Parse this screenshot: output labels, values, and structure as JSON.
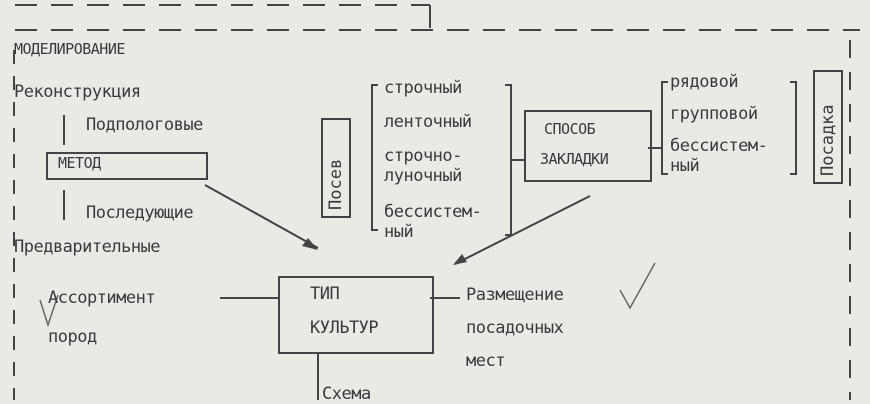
{
  "title": "МОДЕЛИРОВАНИЕ",
  "left": {
    "reconstruction": "Реконструкция",
    "underCanopy": "Подпологовые",
    "method": "МЕТОД",
    "subsequent": "Последующие",
    "preliminary": "Предварительные",
    "assortment": [
      "Ассортимент",
      "пород"
    ]
  },
  "center": {
    "cultureType": [
      "ТИП",
      "КУЛЬТУР"
    ],
    "placement": [
      "Размещение",
      "посадочных",
      "мест"
    ],
    "scheme": "Схема"
  },
  "sowing": {
    "label": "Посев",
    "items": [
      "строчный",
      "ленточный",
      "строчно-",
      "луночный",
      "бессистем-",
      "ный"
    ]
  },
  "method2": [
    "СПОСОБ",
    "ЗАКЛАДКИ"
  ],
  "planting": {
    "label": "Посадка",
    "items": [
      "рядовой",
      "групповой",
      "бессистем-",
      "ный"
    ]
  },
  "colors": {
    "ink": "#3a3a3a",
    "paper": "#e9e9e6"
  }
}
